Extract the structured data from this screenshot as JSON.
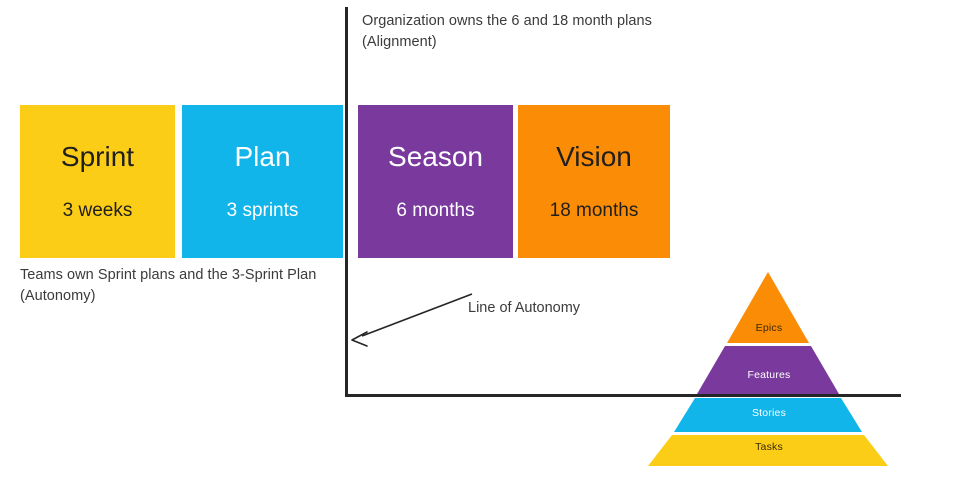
{
  "diagram": {
    "annotations": {
      "alignment_note": "Organization owns the 6 and 18 month plans\n(Alignment)",
      "autonomy_note": "Teams own Sprint plans and the 3-Sprint Plan\n(Autonomy)",
      "line_of_autonomy_label": "Line of Autonomy"
    },
    "horizons": [
      {
        "id": "sprint",
        "title": "Sprint",
        "duration": "3 weeks",
        "fill": "#FCCD17",
        "text_color": "#1f1f1f"
      },
      {
        "id": "plan",
        "title": "Plan",
        "duration": "3 sprints",
        "fill": "#12B5EA",
        "text_color": "#ffffff"
      },
      {
        "id": "season",
        "title": "Season",
        "duration": "6 months",
        "fill": "#7A3A9D",
        "text_color": "#ffffff"
      },
      {
        "id": "vision",
        "title": "Vision",
        "duration": "18 months",
        "fill": "#FB8C06",
        "text_color": "#1f1f1f"
      }
    ],
    "pyramid": {
      "layers": [
        {
          "id": "epics",
          "label": "Epics",
          "fill": "#FB8C06",
          "text_color": "#3a2a06"
        },
        {
          "id": "features",
          "label": "Features",
          "fill": "#7A3A9D",
          "text_color": "#ffffff"
        },
        {
          "id": "stories",
          "label": "Stories",
          "fill": "#12B5EA",
          "text_color": "#ffffff"
        },
        {
          "id": "tasks",
          "label": "Tasks",
          "fill": "#FCCD17",
          "text_color": "#3a2a06"
        }
      ]
    },
    "lines": {
      "divider_color": "#262626"
    }
  }
}
